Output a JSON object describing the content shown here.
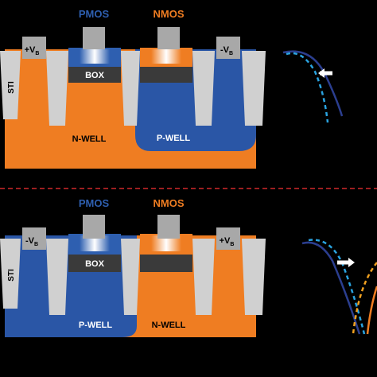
{
  "panels": [
    {
      "pmos_label": "PMOS",
      "nmos_label": "NMOS",
      "left_bias_main": "+V",
      "left_bias_sub": "B",
      "right_bias_main": "-V",
      "right_bias_sub": "B",
      "sti_label": "STI",
      "box_left": "BOX",
      "box_right": "",
      "well_outer_label": "N-WELL",
      "well_inner_label": "P-WELL"
    },
    {
      "pmos_label": "PMOS",
      "nmos_label": "NMOS",
      "left_bias_main": "-V",
      "left_bias_sub": "B",
      "right_bias_main": "+V",
      "right_bias_sub": "B",
      "sti_label": "STI",
      "box_left": "BOX",
      "box_right": "",
      "well_outer_label": "N-WELL",
      "well_inner_label": "P-WELL"
    }
  ],
  "colors": {
    "pmos": "#2e5fb0",
    "nmos": "#ef7d22",
    "n_well": "#ef7d22",
    "p_well": "#2a56a6",
    "sti": "#d0d0d0",
    "box": "#3a3a3a",
    "gate": "#a8a8a8",
    "divider": "#d0282a",
    "curve_solid": "#2b3e8f",
    "curve_dashed": "#2aa3e0",
    "curve_orange": "#f0a020",
    "arrow": "#ffffff"
  }
}
